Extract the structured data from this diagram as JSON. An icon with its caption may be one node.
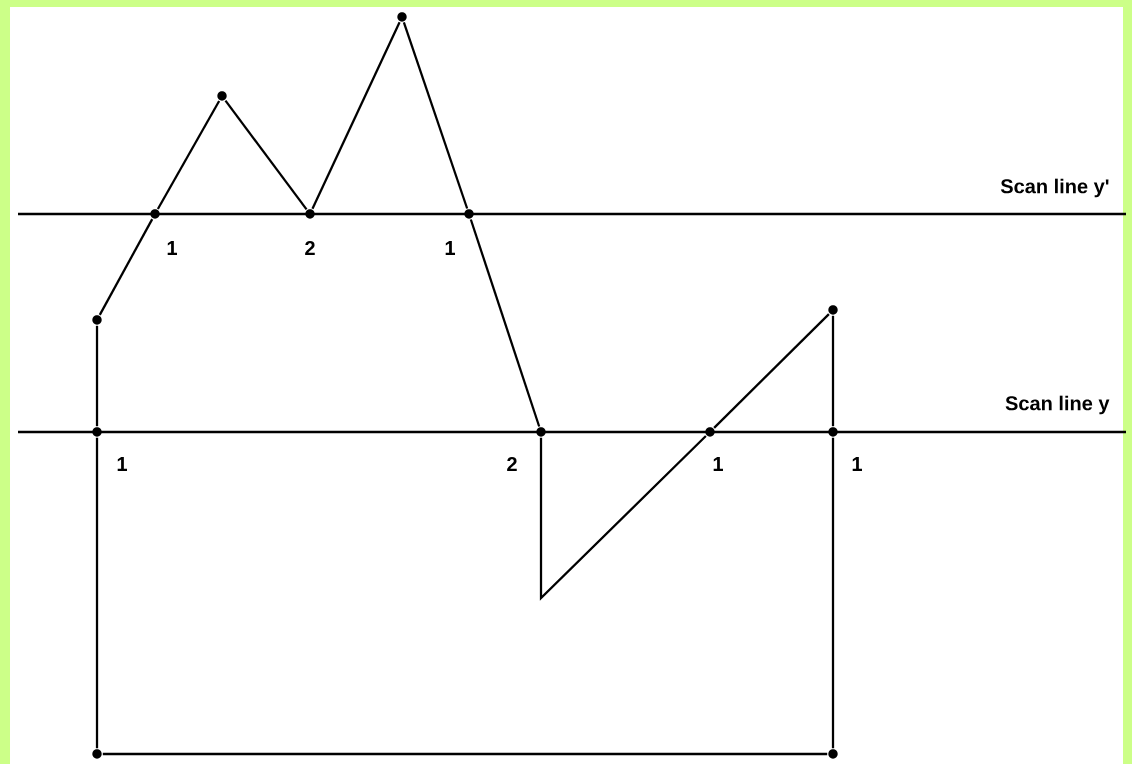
{
  "diagram": {
    "nodes": [
      {
        "text": [],
        "shape": "circle"
      },
      {
        "text": [],
        "shape": "circle"
      },
      {
        "text": [],
        "shape": "circle"
      },
      {
        "text": [],
        "shape": "circle"
      },
      {
        "text": [],
        "shape": "circle"
      },
      {
        "text": [],
        "shape": "circle"
      },
      {
        "text": [],
        "shape": "circle"
      },
      {
        "text": [],
        "shape": "circle"
      },
      {
        "text": [],
        "shape": "circle"
      },
      {
        "text": [],
        "shape": "circle"
      },
      {
        "text": [],
        "shape": "circle"
      },
      {
        "text": [],
        "shape": "circle"
      },
      {
        "text": [],
        "shape": "circle"
      }
    ],
    "edges": [
      {
        "from": 6,
        "to": 2,
        "arrow": "none"
      },
      {
        "from": 2,
        "to": 1,
        "arrow": "none"
      },
      {
        "from": 1,
        "to": 3,
        "arrow": "none"
      },
      {
        "from": 3,
        "to": 0,
        "arrow": "none"
      },
      {
        "from": 0,
        "to": 4,
        "arrow": "none"
      },
      {
        "from": 4,
        "to": 8,
        "arrow": "none"
      },
      {
        "from": 8,
        "to": 9,
        "arrow": "none"
      },
      {
        "from": 9,
        "to": 5,
        "arrow": "none"
      },
      {
        "from": 5,
        "to": 10,
        "arrow": "none"
      },
      {
        "from": 10,
        "to": 12,
        "arrow": "none"
      },
      {
        "from": 12,
        "to": 11,
        "arrow": "none"
      },
      {
        "from": 11,
        "to": 7,
        "arrow": "none"
      },
      {
        "from": 7,
        "to": 6,
        "arrow": "none"
      }
    ],
    "labels": [
      "Scan line y'",
      "1",
      "2",
      "1",
      "Scan line y",
      "1",
      "2",
      "1",
      "1"
    ]
  }
}
